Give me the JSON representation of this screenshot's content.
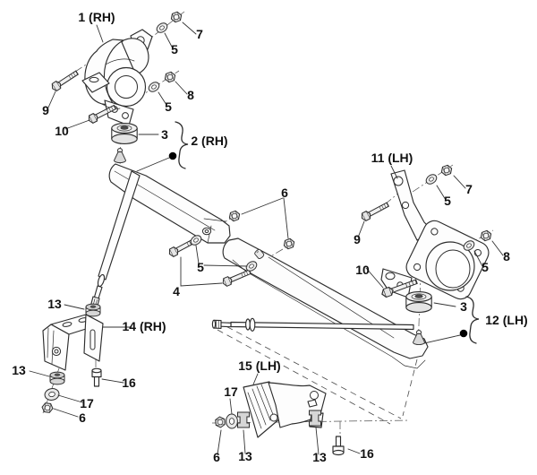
{
  "diagram": {
    "background_color": "#ffffff",
    "line_color": "#2d2d2d",
    "label_color": "#111111",
    "callout_dot_color": "#000000"
  },
  "callouts": [
    {
      "id": "1-rh",
      "text": "1 (RH)"
    },
    {
      "id": "7-rh",
      "text": "7"
    },
    {
      "id": "5-rh-upper",
      "text": "5"
    },
    {
      "id": "8-rh",
      "text": "8"
    },
    {
      "id": "5-rh-lower",
      "text": "5"
    },
    {
      "id": "9-rh",
      "text": "9"
    },
    {
      "id": "10-rh",
      "text": "10"
    },
    {
      "id": "3-rh",
      "text": "3"
    },
    {
      "id": "2-rh",
      "text": "2 (RH)"
    },
    {
      "id": "6-center",
      "text": "6"
    },
    {
      "id": "5-center",
      "text": "5"
    },
    {
      "id": "4-center",
      "text": "4"
    },
    {
      "id": "11-lh",
      "text": "11 (LH)"
    },
    {
      "id": "7-lh",
      "text": "7"
    },
    {
      "id": "5-lh-upper",
      "text": "5"
    },
    {
      "id": "9-lh",
      "text": "9"
    },
    {
      "id": "10-lh",
      "text": "10"
    },
    {
      "id": "8-lh",
      "text": "8"
    },
    {
      "id": "5-lh-lower",
      "text": "5"
    },
    {
      "id": "3-lh",
      "text": "3"
    },
    {
      "id": "12-lh",
      "text": "12 (LH)"
    },
    {
      "id": "13-rh-upper",
      "text": "13"
    },
    {
      "id": "14-rh",
      "text": "14 (RH)"
    },
    {
      "id": "13-rh-lower",
      "text": "13"
    },
    {
      "id": "16-rh",
      "text": "16"
    },
    {
      "id": "17-rh",
      "text": "17"
    },
    {
      "id": "6-rh",
      "text": "6"
    },
    {
      "id": "15-lh",
      "text": "15 (LH)"
    },
    {
      "id": "17-lh",
      "text": "17"
    },
    {
      "id": "6-lh",
      "text": "6"
    },
    {
      "id": "13-lh-front",
      "text": "13"
    },
    {
      "id": "13-lh-rear",
      "text": "13"
    },
    {
      "id": "16-lh",
      "text": "16"
    }
  ]
}
